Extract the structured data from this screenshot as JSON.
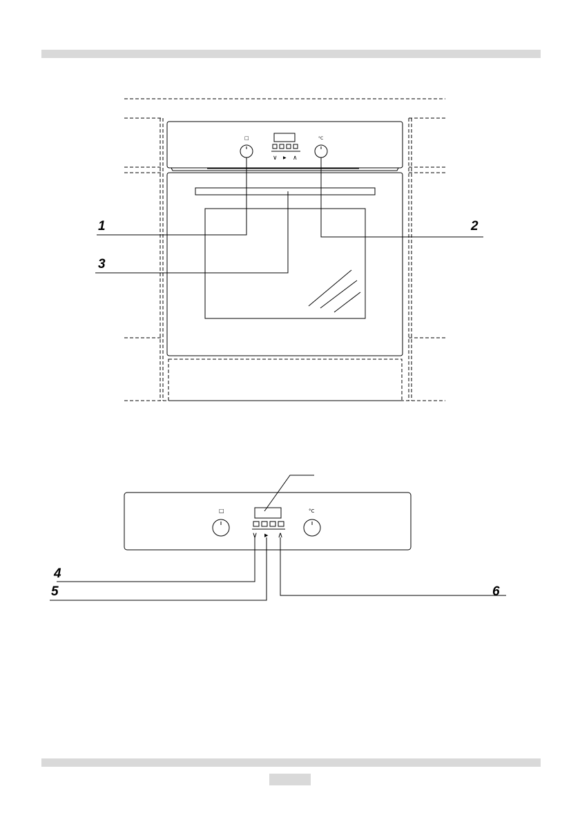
{
  "diagram": {
    "callouts": [
      {
        "id": "1",
        "label": "1"
      },
      {
        "id": "2",
        "label": "2"
      },
      {
        "id": "3",
        "label": "3"
      },
      {
        "id": "4",
        "label": "4"
      },
      {
        "id": "5",
        "label": "5"
      },
      {
        "id": "6",
        "label": "6"
      }
    ],
    "knob_symbols": {
      "function": "□",
      "temperature": "°C"
    },
    "control_glyphs": {
      "down": "∨",
      "play": "▶",
      "up": "∧"
    },
    "colors": {
      "line": "#000000",
      "band": "#d9d9d9"
    }
  }
}
